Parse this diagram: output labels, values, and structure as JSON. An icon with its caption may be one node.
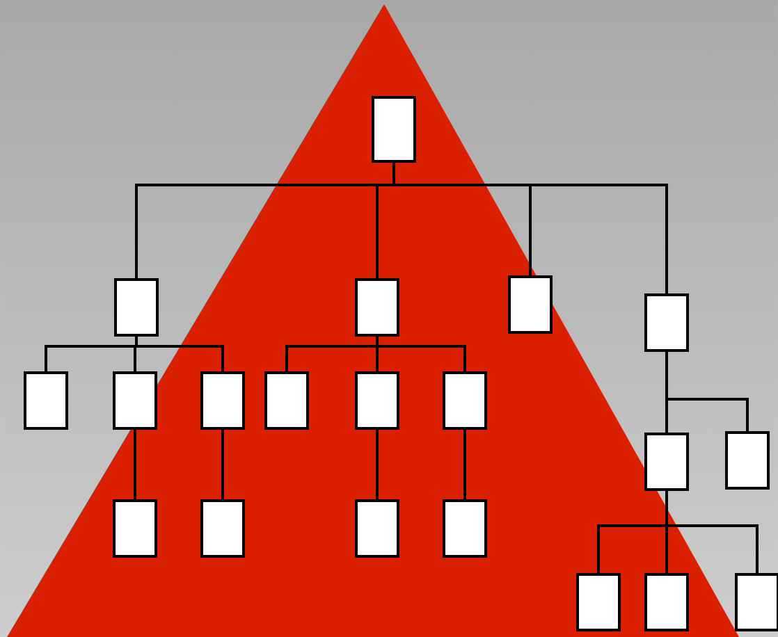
{
  "diagram": {
    "nodes": [
      {
        "text": [],
        "shape": "box"
      },
      {
        "text": [],
        "shape": "box"
      },
      {
        "text": [],
        "shape": "box"
      },
      {
        "text": [],
        "shape": "box"
      },
      {
        "text": [],
        "shape": "box"
      },
      {
        "text": [],
        "shape": "box"
      },
      {
        "text": [],
        "shape": "box"
      },
      {
        "text": [],
        "shape": "box"
      },
      {
        "text": [],
        "shape": "box"
      },
      {
        "text": [],
        "shape": "box"
      },
      {
        "text": [],
        "shape": "box"
      },
      {
        "text": [],
        "shape": "box"
      },
      {
        "text": [],
        "shape": "box"
      },
      {
        "text": [],
        "shape": "box"
      },
      {
        "text": [],
        "shape": "box"
      },
      {
        "text": [],
        "shape": "box"
      },
      {
        "text": [],
        "shape": "box"
      },
      {
        "text": [],
        "shape": "box"
      },
      {
        "text": [],
        "shape": "box"
      },
      {
        "text": [],
        "shape": "box"
      }
    ],
    "edges": [
      {
        "from": 0,
        "to": 1,
        "arrow": "none"
      },
      {
        "from": 0,
        "to": 2,
        "arrow": "none"
      },
      {
        "from": 0,
        "to": 3,
        "arrow": "none"
      },
      {
        "from": 0,
        "to": 4,
        "arrow": "none"
      },
      {
        "from": 1,
        "to": 5,
        "arrow": "none"
      },
      {
        "from": 1,
        "to": 6,
        "arrow": "none"
      },
      {
        "from": 1,
        "to": 7,
        "arrow": "none"
      },
      {
        "from": 2,
        "to": 8,
        "arrow": "none"
      },
      {
        "from": 2,
        "to": 9,
        "arrow": "none"
      },
      {
        "from": 2,
        "to": 10,
        "arrow": "none"
      },
      {
        "from": 4,
        "to": 11,
        "arrow": "none"
      },
      {
        "from": 4,
        "to": 12,
        "arrow": "none"
      },
      {
        "from": 6,
        "to": 13,
        "arrow": "none"
      },
      {
        "from": 7,
        "to": 14,
        "arrow": "none"
      },
      {
        "from": 9,
        "to": 15,
        "arrow": "none"
      },
      {
        "from": 10,
        "to": 16,
        "arrow": "none"
      },
      {
        "from": 11,
        "to": 17,
        "arrow": "none"
      },
      {
        "from": 11,
        "to": 18,
        "arrow": "none"
      },
      {
        "from": 11,
        "to": 19,
        "arrow": "none"
      }
    ]
  }
}
